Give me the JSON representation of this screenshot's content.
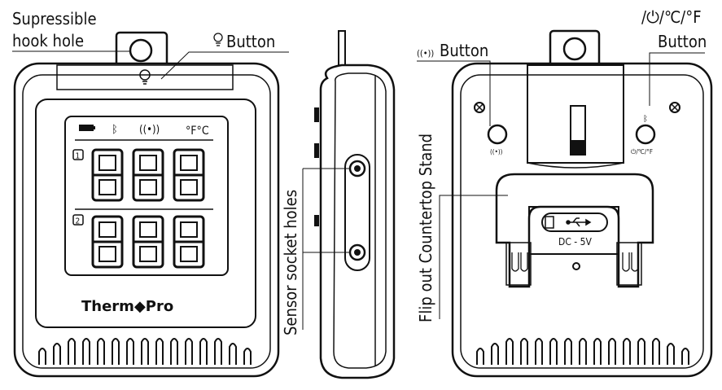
{
  "labels": {
    "hook_hole_line1": "Supressible",
    "hook_hole_line2": "hook hole",
    "light_button": "Button",
    "alarm_button": "Button",
    "power_button_symbols": "/⏻/℃/°F",
    "power_button": "Button",
    "sensor_socket_holes": "Sensor socket holes",
    "flip_out_stand": "Flip out Countertop Stand"
  },
  "display": {
    "unit": "°F°C",
    "probe1_index": "1",
    "probe2_index": "2",
    "probe1_digits": "888",
    "probe2_digits": "888"
  },
  "brand": {
    "name_part1": "Therm",
    "name_part2": "Pro"
  },
  "back_panel": {
    "usb_label": "DC - 5V",
    "power_button_caption": "⏻/℃/°F"
  },
  "icons": {
    "light": "lightbulb-icon",
    "alarm": "alarm-wave-icon",
    "bluetooth": "bluetooth-icon",
    "battery": "battery-icon",
    "usb": "usb-icon",
    "power": "power-icon"
  }
}
